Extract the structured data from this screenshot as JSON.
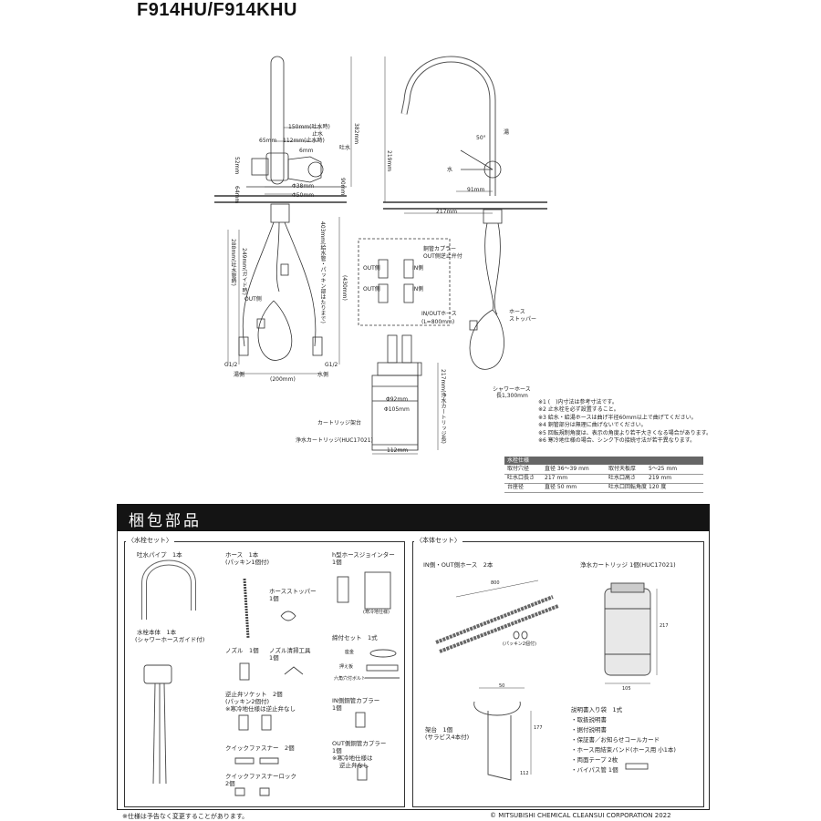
{
  "header": {
    "model": "F914HU/F914KHU"
  },
  "drawing_labels": {
    "d150": "150mm(吐水時)",
    "d112": "112mm(止水時)",
    "d65": "65mm",
    "d6": "6mm",
    "stop_water": "止水",
    "spout_water": "吐水",
    "d52": "52mm",
    "d64": "64mm",
    "d38": "Φ38mm",
    "d50": "Φ50mm",
    "d90": "90mm",
    "d382": "382mm",
    "d219": "219mm",
    "d91": "91mm",
    "d217": "217mm",
    "d50deg": "50°",
    "hot": "湯",
    "cold": "水",
    "d288": "288mm(吐水管時)",
    "d249": "249mm(ガイド時)",
    "d403": "403mm(給水管・パッキン部はたりまで)",
    "d430": "(430mm)",
    "out_side": "OUT側",
    "g12a": "G1/2",
    "g12b": "G1/2",
    "hot_side": "湯側",
    "cold_side": "水側",
    "d200": "(200mm)",
    "copper_coupler": "銅管カプラー",
    "out_check": "OUT側逆止弁付",
    "out_arrow": "OUT側",
    "in_arrow": "IN側",
    "out_arrow2": "OUT側",
    "in_arrow2": "IN側",
    "in_out_hose": "IN/OUTホース",
    "l800": "(L=800mm)",
    "hose_stopper1": "ホース",
    "hose_stopper2": "ストッパー",
    "shower_hose1": "シャワーホース",
    "shower_hose2": "長1,300mm",
    "d92": "Φ92mm",
    "d105": "Φ105mm",
    "cartridge_stand": "カートリッジ架台",
    "cartridge": "浄水カートリッジ(HUC17021)",
    "d112b": "112mm",
    "d217b": "217mm(浄水カートリッジ長)"
  },
  "notes": [
    "※1 (　)内寸法は参考寸法です。",
    "※2 止水栓を必ず設置すること。",
    "※3 給水・給湯ホースは曲げ半径60mm以上で曲げてください。",
    "※4 銅管部分は無理に曲げないでください。",
    "※5 回転規制角度は、表示の角度より若干大きくなる場合があります。",
    "※6 寒冷地仕様の場合、シンク下の接続寸法が若干異なります。"
  ],
  "spec": {
    "heading": "水栓仕様",
    "rows": [
      [
        "取付穴径",
        "直径 36〜39 mm",
        "取付天板厚",
        "5〜25 mm"
      ],
      [
        "吐水口長さ",
        "217 mm",
        "吐水口高さ",
        "219 mm"
      ],
      [
        "台座径",
        "直径 50 mm",
        "吐水口回転角度",
        "120 度"
      ]
    ]
  },
  "packing": {
    "title": "梱包部品",
    "faucet_set": {
      "label": "〈水栓セット〉",
      "spout": "吐水パイプ　1本",
      "body1": "水栓本体　1本",
      "body2": "(シャワーホースガイド付)",
      "hose1": "ホース　1本",
      "hose2": "(パッキン1個付)",
      "stopper1": "ホースストッパー",
      "stopper2": "1個",
      "h_joint1": "h型ホースジョインター",
      "h_joint2": "1個",
      "cold_note": "(寒冷地仕様)",
      "nozzle": "ノズル　1個",
      "nozzle_tool": "ノズル清掃工具",
      "nozzle_tool2": "1個",
      "fixing": "締付セット　1式",
      "washer": "座金",
      "press_plate": "押え板",
      "hex_bolt": "六角穴付ボルト",
      "check_socket1": "逆止弁ソケット　2個",
      "check_socket2": "(パッキン2個付)",
      "check_socket3": "※寒冷地仕様は逆止弁なし",
      "in_coupler1": "IN側銅管カプラー",
      "in_coupler2": "1個",
      "quick_fastener": "クイックファスナー　2個",
      "out_coupler1": "OUT側銅管カプラー",
      "out_coupler2": "1個",
      "out_coupler3": "※寒冷地仕様は",
      "out_coupler4": "逆止弁なし",
      "quick_lock1": "クイックファスナーロック",
      "quick_lock2": "2個"
    },
    "body_set": {
      "label": "〈本体セット〉",
      "hoses": "IN側・OUT側ホース　2本",
      "dim800": "800",
      "packing_note": "(パッキン2個付)",
      "cartridge": "浄水カートリッジ 1個(HUC17021)",
      "dim217": "217",
      "dim105": "105",
      "stand1": "架台　1個",
      "stand2": "(サラビス4本付)",
      "dim50": "50",
      "dim177": "177",
      "dim112": "112",
      "manual": "説明書入り袋　1式",
      "items": [
        "・取扱説明書",
        "・据付説明書",
        "・保証書／お知らせコールカード",
        "・ホース用結束バンド(ホース用 小1本)",
        "・両面テープ 2枚",
        "・バイパス管 1個"
      ]
    }
  },
  "footer": {
    "left": "※仕様は予告なく変更することがあります。",
    "right": "© MITSUBISHI CHEMICAL CLEANSUI CORPORATION 2022"
  }
}
